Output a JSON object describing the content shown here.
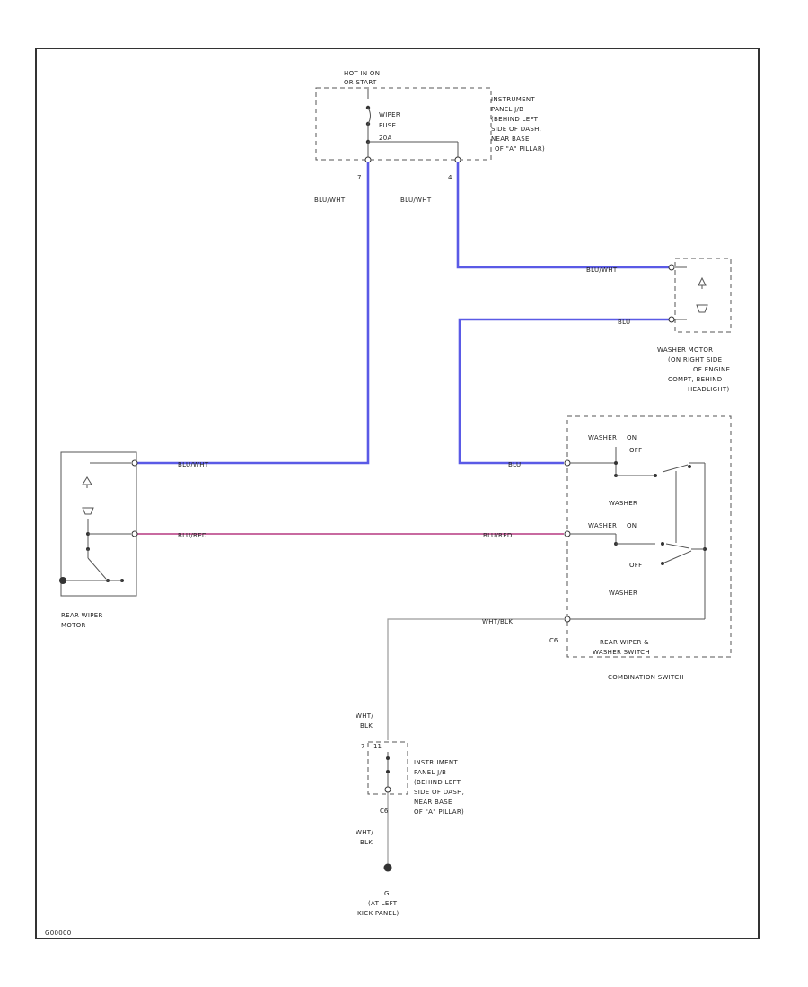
{
  "fuse_block": {
    "power_label": [
      "HOT IN ON",
      "OR START"
    ],
    "fuse_label": [
      "WIPER",
      "FUSE",
      "20A"
    ],
    "location": [
      "INSTRUMENT",
      "PANEL J/B",
      "(BEHIND LEFT",
      "SIDE OF DASH,",
      "NEAR BASE",
      "OF \"A\" PILLAR)"
    ],
    "pin_left": "7",
    "pin_right": "4",
    "wire_left": "BLU/WHT",
    "wire_right": "BLU/WHT"
  },
  "washer_motor": {
    "wire_top": "BLU/WHT",
    "wire_bottom": "BLU",
    "label": [
      "WASHER MOTOR",
      "(ON RIGHT SIDE",
      "OF ENGINE",
      "COMPT, BEHIND",
      "HEADLIGHT)"
    ]
  },
  "wiper_motor": {
    "label": [
      "REAR WIPER",
      "MOTOR"
    ],
    "wire_top": "BLU/WHT",
    "wire_bottom": "BLU/RED"
  },
  "combination_switch": {
    "washer_upper": [
      "WASHER",
      "ON",
      "OFF",
      "WASHER"
    ],
    "washer_lower": [
      "WASHER",
      "ON",
      "OFF",
      "WASHER"
    ],
    "wire_top": "BLU",
    "wire_mid": "BLU/RED",
    "wire_bottom": "WHT/BLK",
    "pin_bottom": "C6",
    "switch_label": [
      "REAR WIPER &",
      "WASHER SWITCH"
    ],
    "caption": "COMBINATION SWITCH"
  },
  "ground": {
    "wire_upper": [
      "WHT/",
      "BLK"
    ],
    "jb_pins": [
      "7",
      "11"
    ],
    "jb_pin_lower": "C6",
    "location": [
      "INSTRUMENT",
      "PANEL J/B",
      "(BEHIND LEFT",
      "SIDE OF DASH,",
      "NEAR BASE",
      "OF \"A\" PILLAR)"
    ],
    "wire_lower": [
      "WHT/",
      "BLK"
    ],
    "ground_label": [
      "G",
      "(AT LEFT",
      "KICK PANEL)"
    ]
  },
  "footer_code": "G00000"
}
